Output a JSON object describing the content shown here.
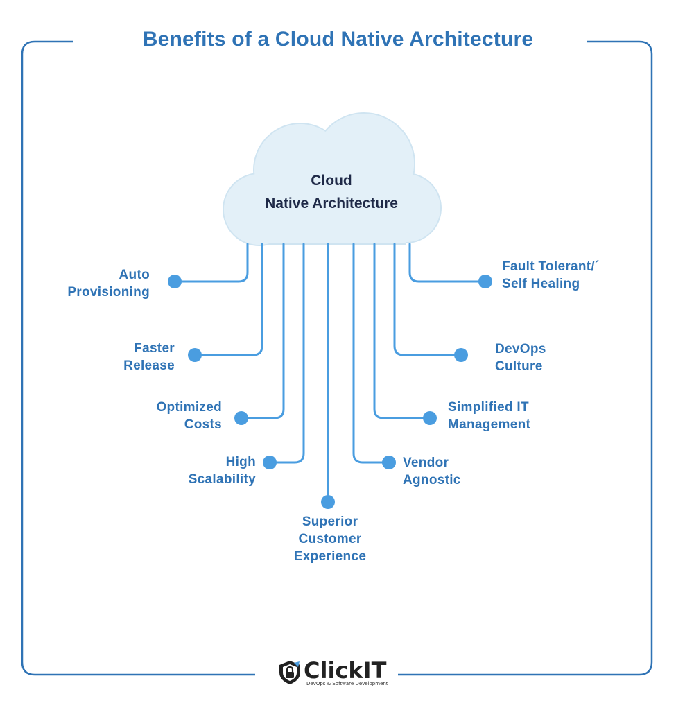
{
  "title": "Benefits of a Cloud Native Architecture",
  "center": {
    "line1": "Cloud",
    "line2": "Native Architecture"
  },
  "benefits": {
    "auto_provisioning": [
      "Auto",
      "Provisioning"
    ],
    "faster_release": [
      "Faster",
      "Release"
    ],
    "optimized_costs": [
      "Optimized",
      "Costs"
    ],
    "high_scalability": [
      "High",
      "Scalability"
    ],
    "superior_customer_experience": [
      "Superior",
      "Customer",
      "Experience"
    ],
    "vendor_agnostic": [
      "Vendor",
      "Agnostic"
    ],
    "simplified_it_management": [
      "Simplified IT",
      "Management"
    ],
    "devops_culture": [
      "DevOps",
      "Culture"
    ],
    "fault_tolerant": [
      "Fault Tolerant/´",
      "Self Healing"
    ]
  },
  "logo": {
    "name": "ClickIT",
    "tagline": "DevOps & Software Development"
  },
  "colors": {
    "title": "#2f73b5",
    "lines": "#4a9de0",
    "cloud_fill": "#e3f0f8",
    "cloud_stroke": "#c9e1f0",
    "cloud_text": "#1f2a48",
    "frame": "#2f73b5"
  }
}
